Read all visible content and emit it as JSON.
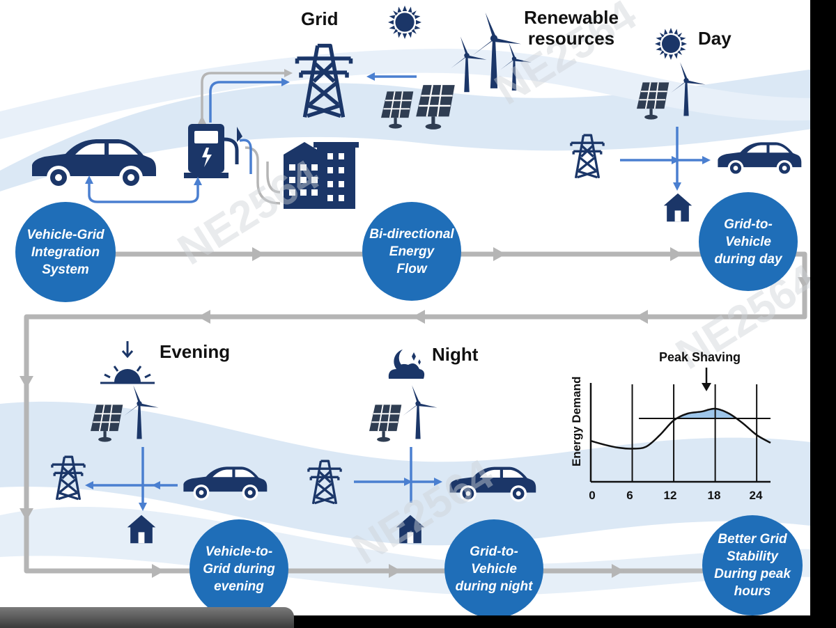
{
  "labels": {
    "grid": "Grid",
    "renewable_line1": "Renewable",
    "renewable_line2": "resources",
    "day": "Day",
    "evening": "Evening",
    "night": "Night"
  },
  "circles": {
    "vgi": [
      "Vehicle-Grid",
      "Integration",
      "System"
    ],
    "bidirectional": [
      "Bi-directional",
      "Energy",
      "Flow"
    ],
    "g2v_day": [
      "Grid-to-",
      "Vehicle",
      "during day"
    ],
    "v2g_evening": [
      "Vehicle-to-",
      "Grid during",
      "evening"
    ],
    "g2v_night": [
      "Grid-to-",
      "Vehicle",
      "during night"
    ],
    "stability": [
      "Better Grid",
      "Stability",
      "During peak",
      "hours"
    ]
  },
  "watermark_text": "NE2564",
  "colors": {
    "navy": "#1b3668",
    "circle_blue": "#1f6eb8",
    "arrow_blue": "#4a7fd0",
    "flow_gray": "#b5b5b5",
    "wave_light": "#dbe8f5",
    "peak_fill": "#9ec6ea"
  },
  "icons": [
    "sun-icon",
    "wind-turbine-icon",
    "solar-panel-icon",
    "transmission-tower-icon",
    "charging-station-icon",
    "building-icon",
    "car-icon",
    "house-icon",
    "sunset-icon",
    "moon-cloud-icon"
  ],
  "chart_data": {
    "type": "line",
    "title": "Peak Shaving",
    "xlabel": "",
    "ylabel": "Energy Demand",
    "x_ticks": [
      "0",
      "6",
      "12",
      "18",
      "24"
    ],
    "xlim": [
      0,
      26
    ],
    "ylim": [
      0,
      1
    ],
    "grid": false,
    "vertical_lines_at": [
      6,
      12,
      18,
      24
    ],
    "threshold_level": 0.65,
    "series": [
      {
        "x": [
          0,
          2,
          4,
          6,
          8,
          10,
          12,
          14,
          16,
          18,
          20,
          22,
          24,
          26
        ],
        "y": [
          0.42,
          0.38,
          0.35,
          0.34,
          0.36,
          0.48,
          0.63,
          0.7,
          0.72,
          0.75,
          0.7,
          0.6,
          0.48,
          0.4
        ]
      }
    ]
  }
}
